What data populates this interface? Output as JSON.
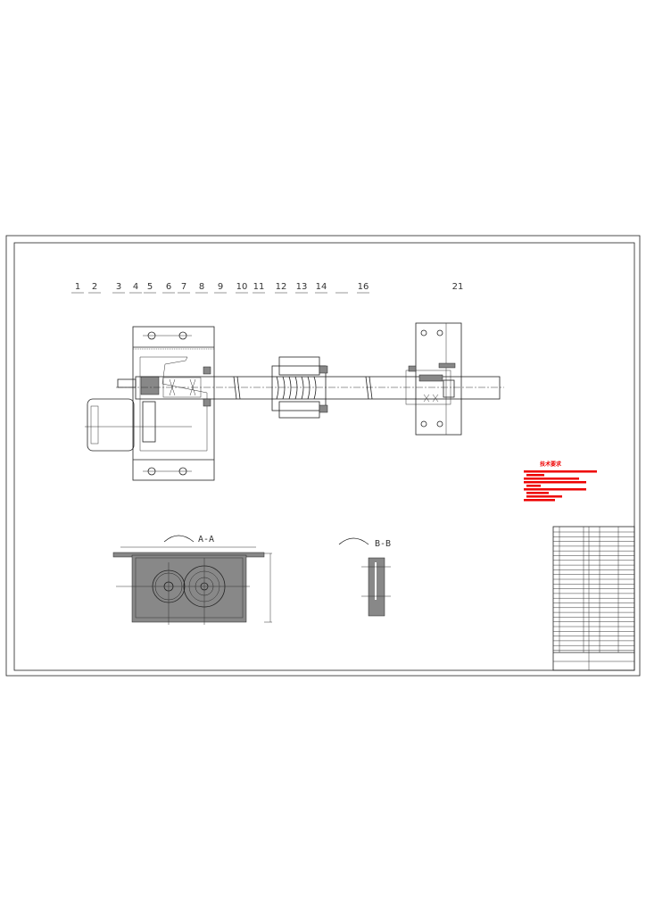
{
  "drawing": {
    "balloons": [
      "1",
      "2",
      "3",
      "4",
      "5",
      "6",
      "7",
      "8",
      "9",
      "10",
      "11",
      "12",
      "13",
      "14",
      "",
      "16",
      "21"
    ],
    "section_a_label": "A-A",
    "section_b_label": "B-B",
    "technical_requirements_title": "技术要求",
    "accent_color": "#e00000",
    "line_color": "#222222"
  }
}
